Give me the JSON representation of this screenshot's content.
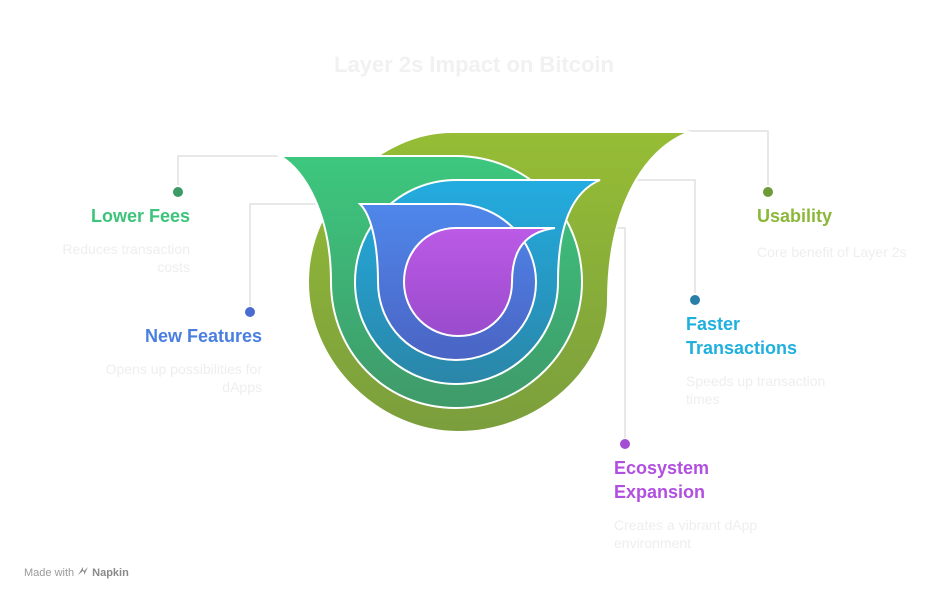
{
  "title": "Layer 2s Impact on Bitcoin",
  "items": {
    "usability": {
      "label": "Usability",
      "description": "Core benefit of Layer 2s",
      "color": "#8cb83a"
    },
    "lower_fees": {
      "label": "Lower Fees",
      "description": "Reduces transaction costs",
      "color": "#3bc47a"
    },
    "faster_transactions": {
      "label": "Faster Transactions",
      "description": "Speeds up transaction times",
      "color": "#1fb0de"
    },
    "new_features": {
      "label": "New Features",
      "description": "Opens up possibilities for dApps",
      "color": "#4a7fe0"
    },
    "ecosystem_expansion": {
      "label": "Ecosystem Expansion",
      "description": "Creates a vibrant dApp environment",
      "color": "#b14fe0"
    }
  },
  "footer": {
    "made_with": "Made with",
    "brand": "Napkin"
  }
}
